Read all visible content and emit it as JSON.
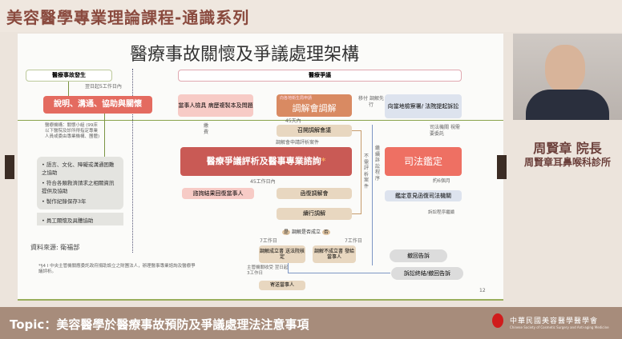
{
  "header": {
    "title": "美容醫學專業理論課程-通識系列"
  },
  "slide": {
    "title": "醫療事故關懷及爭議處理架構",
    "page_number": "12",
    "left": {
      "event": "醫療事故發生",
      "within5": "翌日起5工作日內",
      "care": "說明、溝通、協助與關懷",
      "org_note": "醫療機構：關懷小組 (99床以下醫院及診所得指定專業人員或委由專業機構、團體)",
      "bullets": [
        "語言、文化、障礙或溝通困難之協助",
        "符合各類救濟請求之相關資訊提供及協助",
        "製作紀錄保存3年"
      ],
      "bullet2": "員工關懷及具體協助",
      "source": "資料來源: 衛福部",
      "footnote": "*§4 I 中央主管機關應委託政府捐助設立之財團法人，辦理醫事專業諮詢及醫療爭議評析。"
    },
    "flow": {
      "dispute": "醫療爭議",
      "party": "當事人檢具 病歷複製本及問題",
      "fee": "繳 費",
      "apply": "向各地衛生局申請",
      "mediation": "調解會調解",
      "transfer": "移付 調解先行",
      "court": "向當地檢察署/ 法院提起訴訟",
      "days45": "45天內",
      "meeting": "召開調解會議",
      "apply_eval": "調解會申請評析案件",
      "eval": "醫療爭議評析及醫事專業諮詢",
      "star": "*",
      "workdays45": "45工作日內",
      "reply_party": "諮詢結果回復當事人",
      "reply_med": "函復調解會",
      "continue": "續行調解",
      "no_eval": "不需評析案件",
      "cont_litig": "繼續訴訟程序",
      "judicial_req": "司法機關 視需要委託",
      "judicial": "司法鑑定",
      "months6": "約6個月",
      "judicial_reply": "鑑定意見函復司法機關",
      "litig_cont": "訴訟程序繼續",
      "decision": "調解是否成立",
      "yes": "是",
      "no": "否",
      "d7a": "7工作日",
      "d7b": "7工作日",
      "success": "調解成立書 送法院核定",
      "fail": "調解不成立書 發給當事人",
      "authority": "主管機關收受 翌日起3工作日",
      "send": "寄送當事人",
      "withdraw": "撤回告訴",
      "end": "訴訟終結/撤回告訴"
    }
  },
  "speaker": {
    "name": "周賢章 院長",
    "clinic": "周賢章耳鼻喉科診所"
  },
  "footer": {
    "topic": "Topic：美容醫學於醫療事故預防及爭議處理法注意事項",
    "org": "中華民國美容醫學醫學會",
    "org_en": "Chinese Society of Cosmetic Surgery and Anti-aging Medicine"
  },
  "colors": {
    "accent": "#d9665c",
    "eval": "#c95a55",
    "tan": "#e8d7c0",
    "blue": "#dde3ee"
  }
}
